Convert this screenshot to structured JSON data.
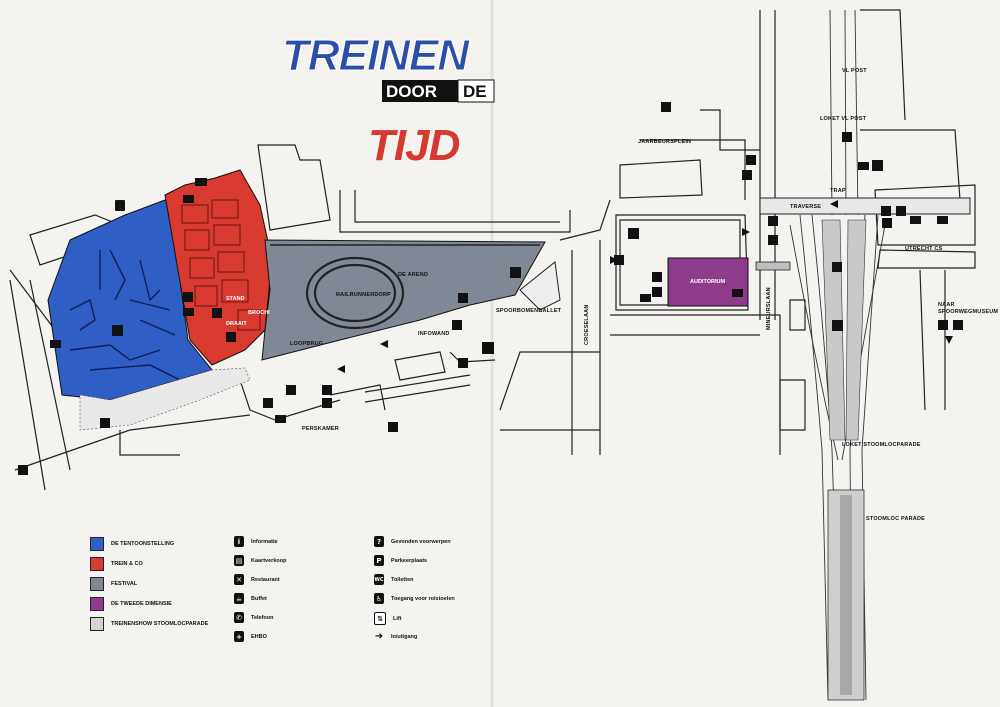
{
  "title": {
    "line1": "TREINEN",
    "door": "DOOR",
    "de": "DE",
    "line3": "TIJD"
  },
  "labels": {
    "jaarbeursplein": "JAARBEURSPLEIN",
    "vl_post": "VL POST",
    "loket_vl_post": "LOKET VL POST",
    "trap": "TRAP",
    "traverse": "TRAVERSE",
    "utrecht_cs": "UTRECHT CS",
    "naar_spoorwegmuseum_1": "NAAR",
    "naar_spoorwegmuseum_2": "SPOORWEGMUSEUM",
    "croeselaan": "CROESELAAN",
    "mineurslaan": "MINEURSLAAN",
    "auditorium": "AUDITORIUM",
    "spoorbomenballet": "SPOORBOMENBALLET",
    "de_arend": "DE AREND",
    "raiilrunnerdorp": "RAILRUNNERDORP",
    "infowand": "INFOWAND",
    "loopbrug": "LOOPBRUG",
    "perskamer": "PERSKAMER",
    "loket_stoomlocparade": "LOKET STOOMLOCPARADE",
    "stoomloc_parade": "STOOMLOC PARADE",
    "stand": "STAND",
    "draait": "DRAAIT",
    "brochi": "BROCHI"
  },
  "legend_zones": [
    {
      "label": "DE TENTOONSTELLING",
      "color": "#2f5fc4"
    },
    {
      "label": "TREIN & CO",
      "color": "#d93a2f"
    },
    {
      "label": "FESTIVAL",
      "color": "#7f8894"
    },
    {
      "label": "DE TWEEDE DIMENSIE",
      "color": "#8e3b8c"
    },
    {
      "label": "TREINENSHOW   STOOMLOCPARADE",
      "color": "#d4d4d4"
    }
  ],
  "legend_icons_1": [
    {
      "icon": "info-icon",
      "glyph": "i",
      "label": "Informatie"
    },
    {
      "icon": "ticket-icon",
      "glyph": "▤",
      "label": "Kaartverkoop"
    },
    {
      "icon": "restaurant-icon",
      "glyph": "✕",
      "label": "Restaurant"
    },
    {
      "icon": "buffet-icon",
      "glyph": "☕",
      "label": "Buffet"
    },
    {
      "icon": "telephone-icon",
      "glyph": "✆",
      "label": "Telefoon"
    },
    {
      "icon": "first-aid-icon",
      "glyph": "+",
      "label": "EHBO"
    }
  ],
  "legend_icons_2": [
    {
      "icon": "lost-found-icon",
      "glyph": "?",
      "label": "Gevonden voorwerpen"
    },
    {
      "icon": "parking-icon",
      "glyph": "P",
      "label": "Parkeerplaats"
    },
    {
      "icon": "wc-icon",
      "glyph": "WC",
      "label": "Toiletten"
    },
    {
      "icon": "wheelchair-icon",
      "glyph": "♿",
      "label": "Toegang voor rolstoelen"
    },
    {
      "icon": "lift-icon",
      "glyph": "⇅",
      "label": "Lift"
    },
    {
      "icon": "entrance-arrow-icon",
      "glyph": "➜",
      "label": "In/uitgang"
    }
  ],
  "colors": {
    "blue": "#2f5fc4",
    "red": "#d93a2f",
    "grey": "#7f8894",
    "purple": "#8e3b8c",
    "light": "#d4d4d4"
  }
}
